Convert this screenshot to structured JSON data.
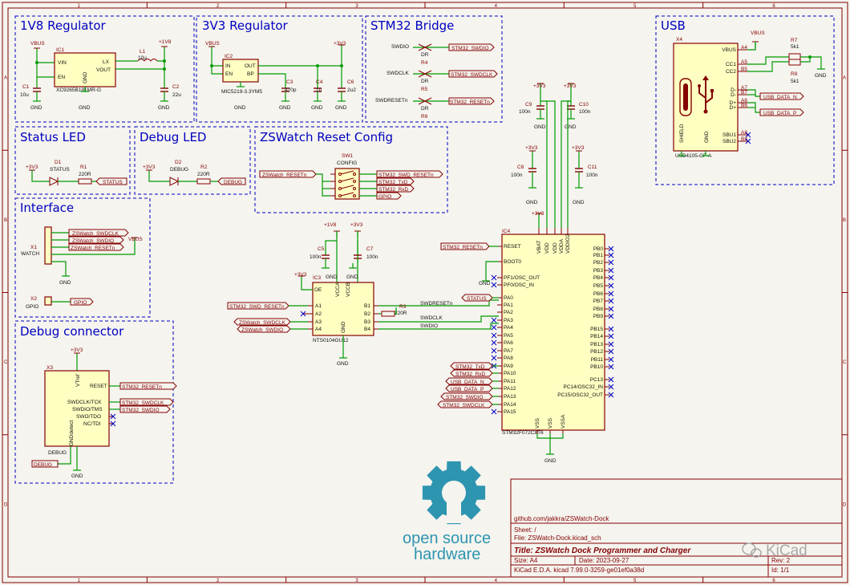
{
  "blocks": {
    "b1v8": "1V8 Regulator",
    "b3v3": "3V3 Regulator",
    "bridge": "STM32 Bridge",
    "usb": "USB",
    "status": "Status LED",
    "debugled": "Debug LED",
    "reset": "ZSWatch Reset Config",
    "iface": "Interface",
    "dbgconn": "Debug connector"
  },
  "parts": {
    "ic1_ref": "IC1",
    "ic1_val": "XC9265B181MR-G",
    "ic1_vin": "VIN",
    "ic1_en": "EN",
    "ic1_lx": "LX",
    "ic1_vout": "VOUT",
    "ic1_gnd": "GND",
    "l1_ref": "L1",
    "l1_val": "10u",
    "c1_ref": "C1",
    "c1_val": "10u",
    "c2_ref": "C2",
    "c2_val": "22u",
    "ic2_ref": "IC2",
    "ic2_val": "MIC5219-3.3YM5",
    "ic2_in": "IN",
    "ic2_en": "EN",
    "ic2_out": "OUT",
    "ic2_bp": "BP",
    "ic2_gnd": "GND",
    "c3_ref": "C3",
    "c3_val": "470p",
    "c4_ref": "C4",
    "c4_val": "1u",
    "c6_ref": "C6",
    "c6_val": "2u2",
    "r4": "R4",
    "r5": "R5",
    "r6": "R6",
    "dnp": "DR",
    "d1_ref": "D1",
    "d1_val": "STATUS",
    "r1_ref": "R1",
    "r1_val": "220R",
    "d2_ref": "D2",
    "d2_val": "DEBUG",
    "r2_ref": "R2",
    "r2_val": "220R",
    "sw1_ref": "SW1",
    "sw1_val": "CONFIG",
    "x1_ref": "X1",
    "x1_val": "WATCH",
    "x2_ref": "X2",
    "x2_val": "GPIO",
    "x3_ref": "X3",
    "x3_val": "DEBUG",
    "x3_vtref": "VTref",
    "x3_reset": "RESET",
    "x3_swclk": "SWDCLK/TCK",
    "x3_swdio": "SWDIO/TMS",
    "x3_swo": "SWO/TDO",
    "x3_nc": "NC/TDI",
    "x3_gnd": "GND",
    "x3_gnddet": "GNDdetect",
    "ic3_ref": "IC3",
    "ic3_val": "NTS0104GU12",
    "ic3_oe": "OE",
    "ic3_vcca": "VCCA",
    "ic3_vccb": "VCCB",
    "ic3_gnd": "GND",
    "ic3_a": [
      "A1",
      "A2",
      "A3",
      "A4"
    ],
    "ic3_b": [
      "B1",
      "B2",
      "B3",
      "B4"
    ],
    "c5_ref": "C5",
    "c5_val": "100n",
    "c7_ref": "C7",
    "c7_val": "100n",
    "r3_ref": "R3",
    "r3_val": "220R",
    "c8_ref": "C8",
    "c8_val": "100n",
    "c9_ref": "C9",
    "c9_val": "100n",
    "c10_ref": "C10",
    "c10_val": "100n",
    "c11_ref": "C11",
    "c11_val": "100n",
    "r7_ref": "R7",
    "r7_val": "5k1",
    "r8_ref": "R8",
    "r8_val": "5k1",
    "x4_ref": "X4",
    "x4_val": "USB4105-GF-A",
    "x4_pins": [
      "VBUS",
      "CC1",
      "CC2",
      "D-",
      "D-",
      "D+",
      "D+",
      "SBU1",
      "SBU2"
    ],
    "x4_pinnums": [
      "A4",
      "A5",
      "B5",
      "A7",
      "B7",
      "A6",
      "B6",
      "A8",
      "B8"
    ],
    "x4_shield": "SHIELD",
    "x4_gnd": "GND",
    "ic4_ref": "IC4",
    "ic4_val": "STM32F072C8T6",
    "ic4_top": [
      "VBAT",
      "VDD",
      "VDD",
      "VDDA",
      "VDDIO2"
    ],
    "ic4_left": [
      "RESET",
      "BOOT0",
      "PF1/OSC_OUT",
      "PF0/OSC_IN",
      "PA0",
      "PA1",
      "PA2",
      "PA3",
      "PA4",
      "PA5",
      "PA6",
      "PA7",
      "PA8",
      "PA9",
      "PA10",
      "PA11",
      "PA12",
      "PA13",
      "PA14",
      "PA15"
    ],
    "ic4_right": [
      "PB0",
      "PB1",
      "PB2",
      "PB3",
      "PB4",
      "PB5",
      "PB6",
      "PB7",
      "PB8",
      "PB9",
      "PB15",
      "PB14",
      "PB13",
      "PB12",
      "PB11",
      "PB10",
      "PC13",
      "PC14/OSC32_IN",
      "PC15/OSC32_OUT"
    ],
    "ic4_bot": [
      "VSS",
      "VSS",
      "VSSA"
    ]
  },
  "power": {
    "vbus": "VBUS",
    "v1v8": "+1V8",
    "v3v3": "+3V3",
    "gnd": "GND"
  },
  "nets": {
    "stm32_swdio": "STM32_SWDIO",
    "stm32_swdclk": "STM32_SWDCLK",
    "stm32_reset": "STM32_RESETn",
    "swdio": "SWDIO",
    "swdclk": "SWDCLK",
    "swdreset": "SWDRESETn",
    "status": "STATUS",
    "debug": "DEBUG",
    "gpio": "GPIO",
    "zs_swdclk": "ZSWatch_SWDCLK",
    "zs_swdio": "ZSWatch_SWDIO",
    "zs_reset": "ZSWatch_RESETn",
    "stm32_swd_reset": "STM32_SWD_RESETn",
    "stm32_txd": "STM32_TxD",
    "stm32_rxd": "STM32_RxD",
    "usb_n": "USB_DATA_N",
    "usb_p": "USB_DATA_P"
  },
  "title_block": {
    "url": "github.com/jakkra/ZSWatch-Dock",
    "sheet": "Sheet: /",
    "file": "File: ZSWatch-Dock.kicad_sch",
    "title": "Title: ZSWatch Dock Programmer and Charger",
    "size": "Size: A4",
    "date": "Date: 2023-09-27",
    "rev": "Rev: 2",
    "kicad": "KiCad E.D.A.   kicad 7.99.0-3259-ge01ef0a38d",
    "id": "Id: 1/1",
    "logo_text1": "open source",
    "logo_text2": "hardware",
    "watermark": "KiCad"
  },
  "frame_marks": {
    "cols": [
      "1",
      "2",
      "3",
      "4",
      "5",
      "6"
    ],
    "rows": [
      "A",
      "B",
      "C",
      "D"
    ]
  }
}
